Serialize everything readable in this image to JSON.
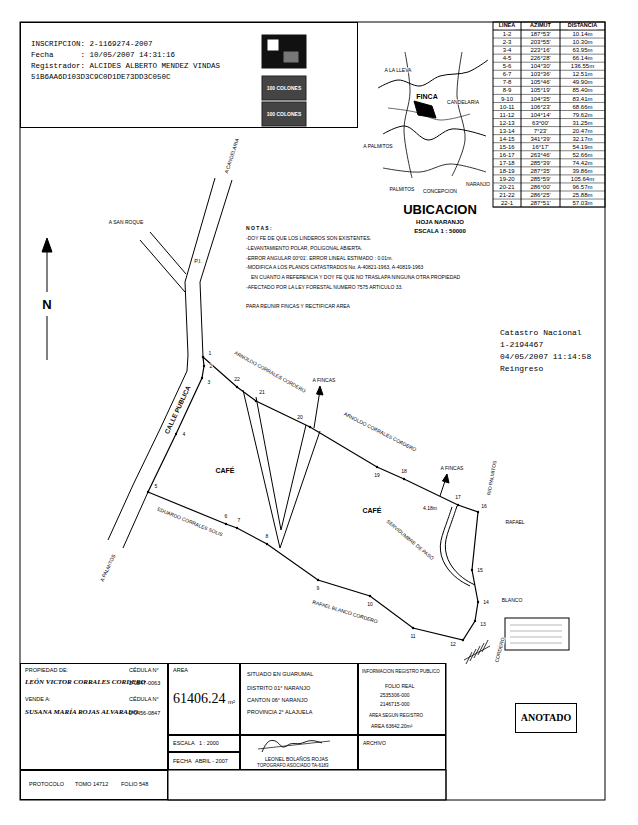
{
  "diagram": {
    "nodes": [
      {
        "text": [
          "INSCRIPCION: 2-1169274-2007",
          "Fecha      : 10/05/2007 14:31:16",
          "Registrador: ALCIDES ALBERTO MENDEZ VINDAS",
          "51B6AA6D103D3C9C0D1DE73DD3C050C"
        ]
      },
      {
        "text": [
          "PROPIEDAD DE:",
          "CÉDULA N°",
          "LEÓN VICTOR CORRALES CORDERO",
          "2-0247-0063",
          "VENDE A:",
          "CÉDULA N°",
          "SUSANA MARÍA ROJAS ALVARADO",
          "2-0456-0847"
        ]
      },
      {
        "text": [
          "AREA",
          "61406.24",
          "m²"
        ]
      },
      {
        "text": [
          "ESCALA",
          "1 : 2000"
        ]
      },
      {
        "text": [
          "FECHA",
          "ABRIL - 2007"
        ]
      },
      {
        "text": [
          "PROTOCOLO",
          "TOMO 14712",
          "FOLIO 548"
        ]
      },
      {
        "text": [
          "SITUADO EN GUARUMAL",
          "DISTRITO 01° NARANJO",
          "CANTON 06° NARANJO",
          "PROVINCIA 2° ALAJUELA"
        ]
      },
      {
        "text": [
          "LEONEL BOLAÑOS ROJAS",
          "TOPOGRAFO ASOCIADO TA-6183"
        ]
      },
      {
        "text": [
          "INFORMACION REGISTRO PUBLICO",
          "FOLIO REAL",
          "2535306-000",
          "2146715-000",
          "AREA SEGUN REGISTRO",
          "AREA 63642.20m²"
        ]
      },
      {
        "text": [
          "ARCHIVO"
        ]
      },
      {
        "text": [
          "ANOTADO"
        ]
      }
    ],
    "labels": [
      "UBICACION",
      "HOJA NARANJO",
      "ESCALA 1 : 50000",
      "FINCA",
      "CANDELARIA",
      "A LA LLEVA",
      "A PALMITOS",
      "PALMITOS",
      "CONCEPCION",
      "NARANJO",
      "100 COLONES",
      "100 COLONES",
      "LINEA",
      "AZIMUT",
      "DISTANCIA",
      "1-2",
      "187°53'",
      "10.14m",
      "2-3",
      "203°55'",
      "10.30m",
      "3-4",
      "223°16'",
      "63.95m",
      "4-5",
      "226°28'",
      "66.14m",
      "5-6",
      "104°30'",
      "136.55m",
      "6-7",
      "103°36'",
      "12.51m",
      "7-8",
      "105°46'",
      "49.90m",
      "8-9",
      "105°19'",
      "85.40m",
      "9-10",
      "104°35'",
      "83.41m",
      "10-11",
      "106°23'",
      "68.66m",
      "11-12",
      "104°14'",
      "79.62m",
      "12-13",
      "63°00'",
      "31.25m",
      "13-14",
      "7°23'",
      "20.47m",
      "14-15",
      "341°39'",
      "32.17m",
      "15-16",
      "16°17'",
      "54.19m",
      "16-17",
      "263°46'",
      "52.66m",
      "17-18",
      "285°39'",
      "74.42m",
      "18-19",
      "287°35'",
      "39.86m",
      "19-20",
      "285°59'",
      "105.64m",
      "20-21",
      "286°00'",
      "96.57m",
      "21-22",
      "286°25'",
      "25.88m",
      "22-1",
      "287°51'",
      "57.03m",
      "Catastro Nacional",
      "1-2194467",
      "04/05/2007 11:14:58",
      "Reingreso",
      "N O T A S :",
      "-DOY FE DE QUE LOS LINDEROS SON EXISTENTES.",
      "-LEVANTAMIENTO POLAR, POLIGONAL ABIERTA.",
      "-ERROR ANGULAR 00°01'. ERROR LINEAL ESTIMADO : 0.01m.",
      "-MODIFICA A LOS PLANOS CATASTRADOS No. A-40821-1963, A-40819-1963",
      "EN CUANTO A REFERENCIA Y DOY FE QUE NO TRASLAPA NINGUNA OTRA PROPIEDAD",
      "-AFECTADO POR LA LEY FORESTAL NUMERO 7575 ARTICULO 33.",
      "PARA REUNIR FINCAS Y RECTIFICAR AREA",
      "N",
      "A SAN ROQUE",
      "A CANDELARIA",
      "P.I.",
      "CALLE PUBLICA",
      "A PALMITOS",
      "ARNOLDO CORRALES CORDERO",
      "ARNOLDO CORRALES CORDERO",
      "A FINCAS",
      "A FINCAS",
      "CAFÉ",
      "CAFÉ",
      "EDUARDO CORRALES SOLIS",
      "RAFAEL BLANCO CORDERO",
      "RAFAEL",
      "BLANCO",
      "CORDERO",
      "RIO PALMITOS",
      "SERVIDUMBRE DE PASO",
      "4.18m",
      "1",
      "2",
      "3",
      "4",
      "5",
      "6",
      "7",
      "8",
      "9",
      "10",
      "11",
      "12",
      "13",
      "14",
      "15",
      "16",
      "17",
      "18",
      "19",
      "20",
      "21",
      "22"
    ]
  }
}
